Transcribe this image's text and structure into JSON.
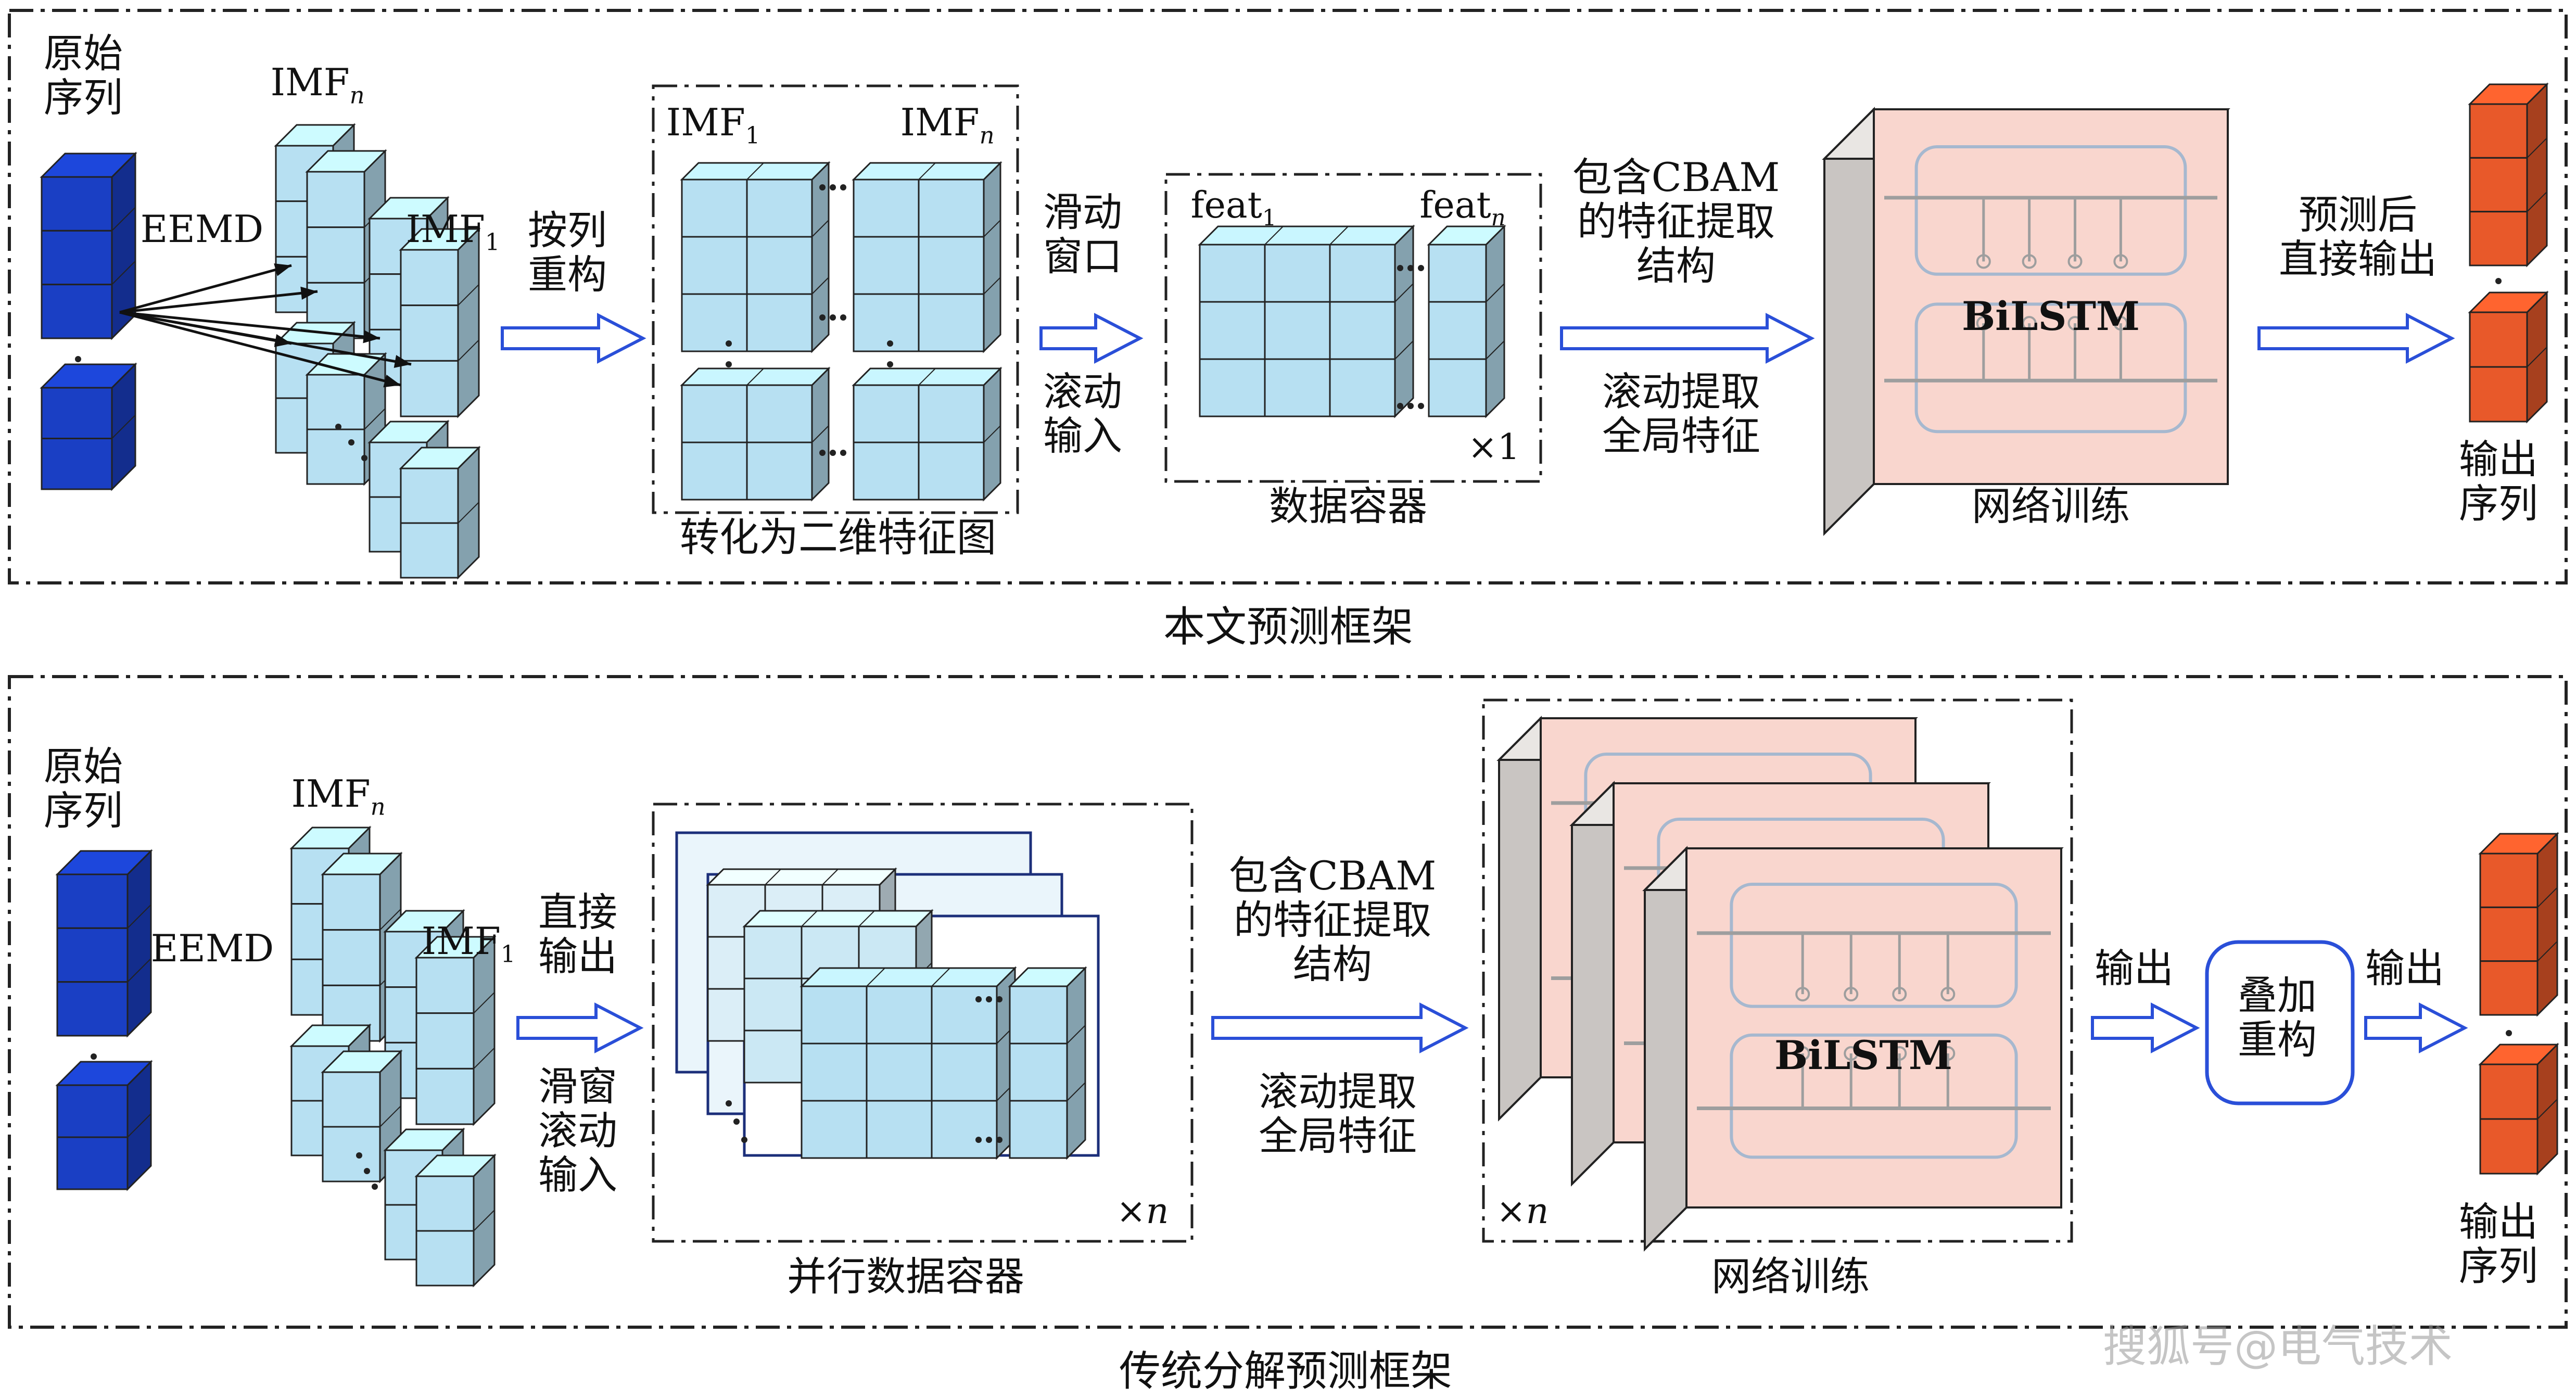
{
  "top": {
    "caption": "本文预测框架",
    "original_series": "原始\n序列",
    "eemd": "EEMD",
    "imf_n": "IMF",
    "imf_n_sub": "n",
    "imf_1": "IMF",
    "imf_1_sub": "1",
    "rearrange": "按列\n重构",
    "to_2d": "转化为二维特征图",
    "map_imf1": "IMF",
    "map_imf1_sub": "1",
    "map_imfn": "IMF",
    "map_imfn_sub": "n",
    "sliding_window": "滑动\n窗口",
    "rolling_input": "滚动\n输入",
    "feat1": "feat",
    "feat1_sub": "1",
    "featn": "feat",
    "featn_sub": "n",
    "times1": "×1",
    "data_container": "数据容器",
    "cbam": "包含CBAM\n的特征提取\n结构",
    "rolling_global": "滚动提取\n全局特征",
    "bilstm": "BiLSTM",
    "network_training": "网络训练",
    "predict_direct": "预测后\n直接输出",
    "output_series": "输出\n序列"
  },
  "bottom": {
    "caption": "传统分解预测框架",
    "original_series": "原始\n序列",
    "eemd": "EEMD",
    "imf_n": "IMF",
    "imf_n_sub": "n",
    "imf_1": "IMF",
    "imf_1_sub": "1",
    "direct_output": "直接\n输出",
    "sliding_rolling": "滑窗\n滚动\n输入",
    "times_n_container": "×n",
    "parallel_container": "并行数据容器",
    "cbam": "包含CBAM\n的特征提取\n结构",
    "rolling_global": "滚动提取\n全局特征",
    "bilstm": "BiLSTM",
    "times_n_net": "×n",
    "network_training": "网络训练",
    "output_a": "输出",
    "superpose": "叠加\n重构",
    "output_b": "输出",
    "output_series": "输出\n序列"
  },
  "watermark": "搜狐号@电气技术",
  "colors": {
    "raw_blue": "#1a3fc4",
    "imf_cyan": "#b7e0f2",
    "output_orange": "#e8592a",
    "net_pink": "#f9d6ce",
    "arrow_blue": "#2a4fd8"
  }
}
